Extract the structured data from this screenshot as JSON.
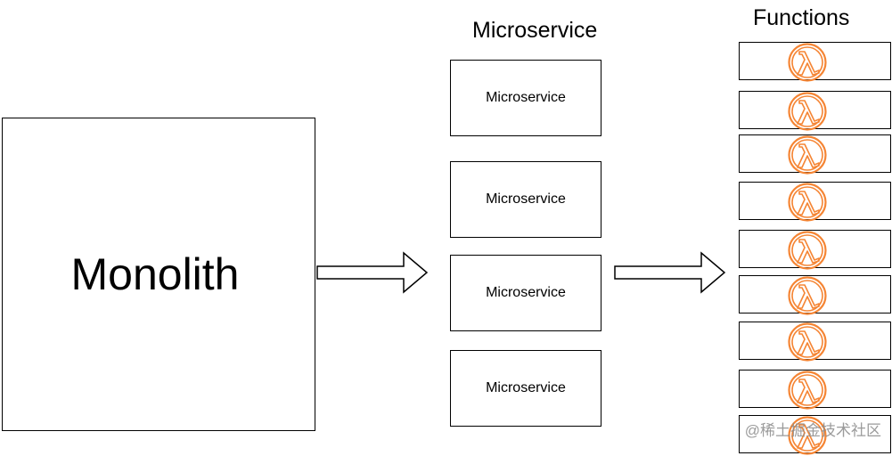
{
  "monolith": {
    "label": "Monolith"
  },
  "microservices": {
    "title": "Microservice",
    "items": [
      {
        "label": "Microservice"
      },
      {
        "label": "Microservice"
      },
      {
        "label": "Microservice"
      },
      {
        "label": "Microservice"
      }
    ]
  },
  "functions": {
    "title": "Functions",
    "count": 9,
    "icon": "lambda-icon",
    "icon_color": "#f58534"
  },
  "watermark": {
    "text": "@稀土掘金技术社区"
  }
}
